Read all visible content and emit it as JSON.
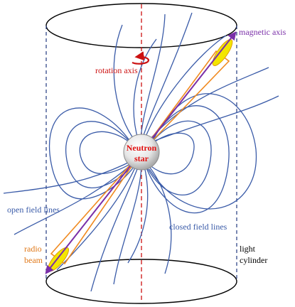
{
  "labels": {
    "neutron_star": [
      "Neutron",
      "star"
    ],
    "rotation_axis": "rotation axis",
    "magnetic_axis": "magnetic axis",
    "open_field_lines": "open field lines",
    "closed_field_lines": "closed field lines",
    "radio_beam": [
      "radio",
      "beam"
    ],
    "light_cylinder": [
      "light",
      "cylinder"
    ]
  },
  "colors": {
    "field_line": "#3a5ba8",
    "rotation_axis": "#cc1111",
    "magnetic_axis": "#7a2fa8",
    "beam_cone": "#f08a20",
    "beam_disk": "#f3e600",
    "cylinder_outline": "#000000",
    "light_cylinder_edge": "#223a80",
    "star_label": "#e01010",
    "label_blue": "#3a5ba8",
    "label_orange": "#e07818",
    "label_black": "#000000"
  }
}
